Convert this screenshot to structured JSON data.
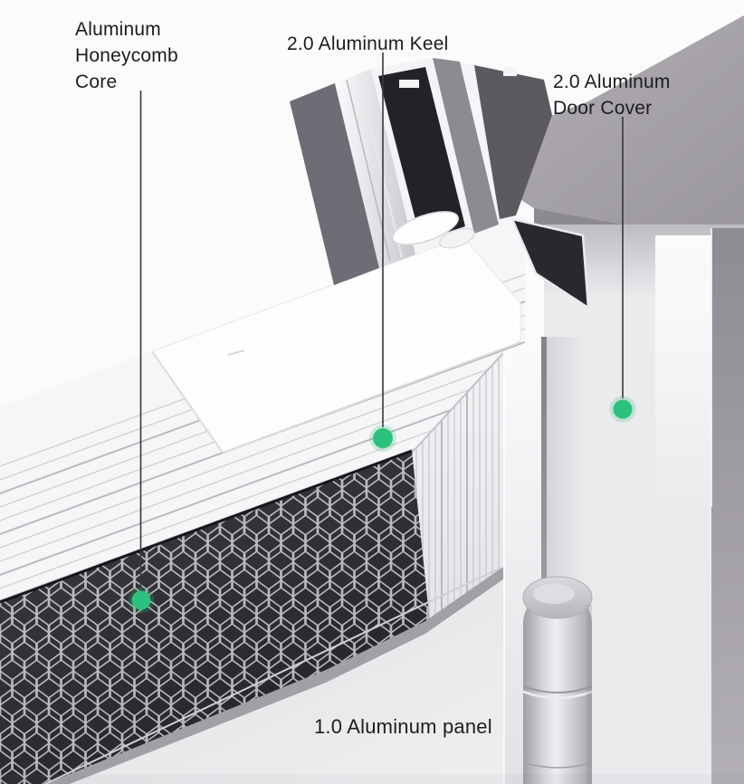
{
  "colors": {
    "accent": "#2cc17c",
    "leader_line": "#38373b",
    "background": "#fbfbfc"
  },
  "annotations": [
    {
      "id": "honeycomb-core",
      "label": "Aluminum Honeycomb Core",
      "has_marker": true
    },
    {
      "id": "keel",
      "label": "2.0 Aluminum Keel",
      "has_marker": true
    },
    {
      "id": "door-cover",
      "label": "2.0 Aluminum Door Cover",
      "has_marker": true
    },
    {
      "id": "panel",
      "label": "1.0 Aluminum panel",
      "has_marker": false
    }
  ]
}
